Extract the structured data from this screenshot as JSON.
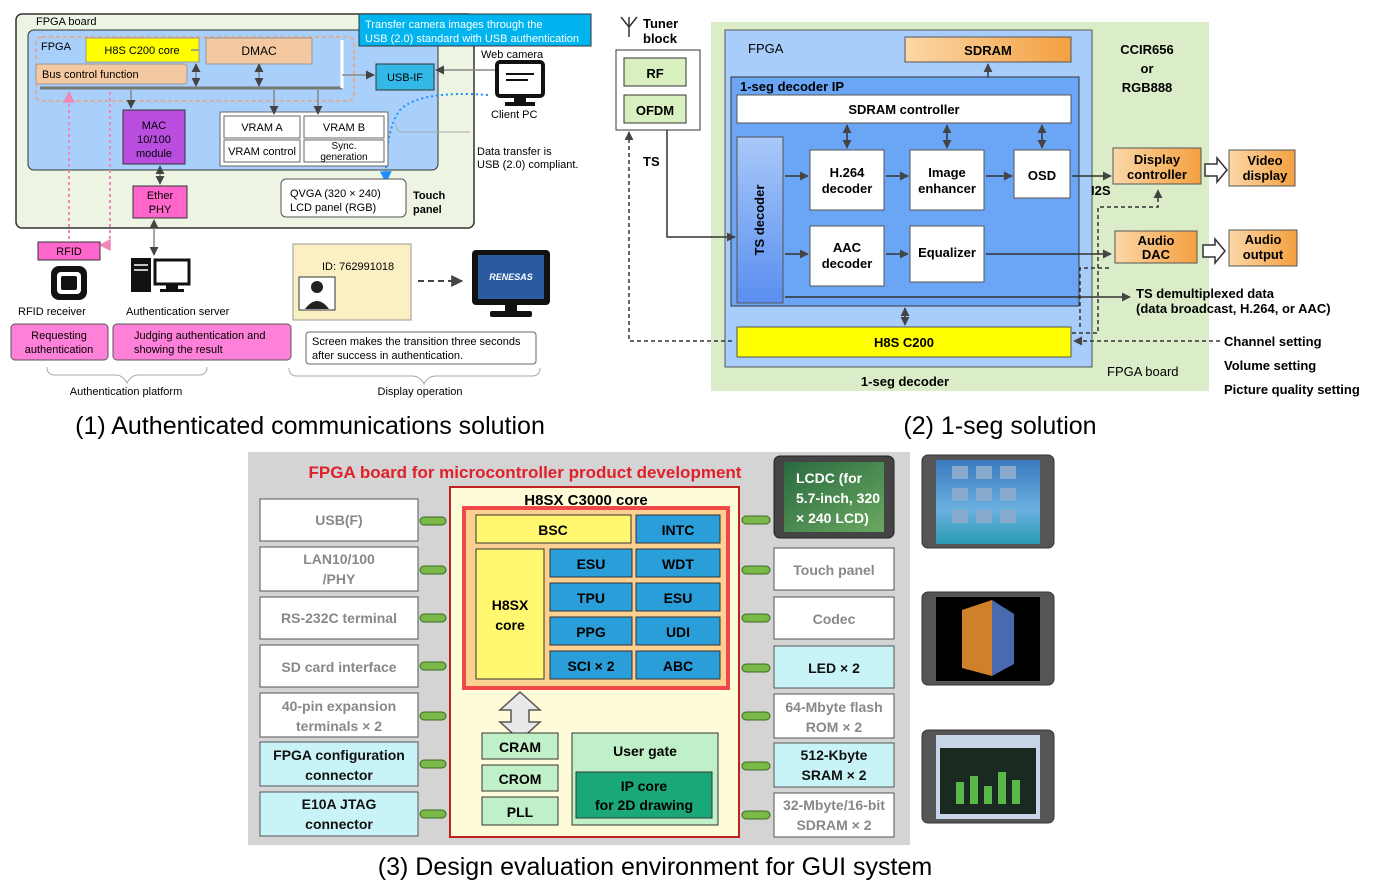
{
  "d1": {
    "caption": "(1) Authenticated communications solution",
    "fpga_board": "FPGA board",
    "fpga": "FPGA",
    "h8s": "H8S C200 core",
    "dmac": "DMAC",
    "bus_control": "Bus control function",
    "usb_if": "USB-IF",
    "callout_l1": "Transfer camera images through the",
    "callout_l2": "USB (2.0) standard with USB authentication",
    "web_camera": "Web camera",
    "client_pc": "Client PC",
    "transfer_l1": "Data transfer is",
    "transfer_l2": "USB (2.0) compliant.",
    "mac_l1": "MAC",
    "mac_l2": "10/100",
    "mac_l3": "module",
    "vram_a": "VRAM A",
    "vram_b": "VRAM B",
    "vram_control": "VRAM control",
    "sync_l1": "Sync.",
    "sync_l2": "generation",
    "ether_l1": "Ether",
    "ether_l2": "PHY",
    "qvga_l1": "QVGA (320 × 240)",
    "qvga_l2": "LCD panel (RGB)",
    "touch_l1": "Touch",
    "touch_l2": "panel",
    "rfid": "RFID",
    "rfid_receiver": "RFID receiver",
    "auth_server": "Authentication server",
    "id": "ID: 762991018",
    "renesas": "RENESAS",
    "req_l1": "Requesting",
    "req_l2": "authentication",
    "judge_l1": "Judging authentication and",
    "judge_l2": "showing the result",
    "screen_l1": "Screen makes the transition three seconds",
    "screen_l2": "after success in authentication.",
    "auth_platform": "Authentication platform",
    "display_op": "Display operation"
  },
  "d2": {
    "caption": "(2) 1-seg solution",
    "tuner_l1": "Tuner",
    "tuner_l2": "block",
    "rf": "RF",
    "ofdm": "OFDM",
    "ts": "TS",
    "fpga": "FPGA",
    "sdram": "SDRAM",
    "ccir_l1": "CCIR656",
    "ccir_l2": "or",
    "ccir_l3": "RGB888",
    "decoder_ip": "1-seg decoder IP",
    "sdram_controller": "SDRAM controller",
    "ts_decoder": "TS decoder",
    "h264_l1": "H.264",
    "h264_l2": "decoder",
    "image_l1": "Image",
    "image_l2": "enhancer",
    "osd": "OSD",
    "aac_l1": "AAC",
    "aac_l2": "decoder",
    "equalizer": "Equalizer",
    "display_l1": "Display",
    "display_l2": "controller",
    "i2s": "I2S",
    "video_l1": "Video",
    "video_l2": "display",
    "audio_dac_l1": "Audio",
    "audio_dac_l2": "DAC",
    "audio_out_l1": "Audio",
    "audio_out_l2": "output",
    "ts_demux_l1": "TS demultiplexed data",
    "ts_demux_l2": "(data broadcast, H.264, or AAC)",
    "h8s": "H8S C200",
    "channel_setting": "Channel setting",
    "volume_setting": "Volume setting",
    "picture_setting": "Picture quality setting",
    "oneseg_decoder": "1-seg decoder",
    "fpga_board": "FPGA board"
  },
  "d3": {
    "caption": "(3) Design evaluation environment for GUI system",
    "title": "FPGA board for microcontroller product development",
    "core_title": "H8SX C3000 core",
    "bsc": "BSC",
    "intc": "INTC",
    "h8sx_l1": "H8SX",
    "h8sx_l2": "core",
    "esu1": "ESU",
    "wdt": "WDT",
    "tpu": "TPU",
    "esu2": "ESU",
    "ppg": "PPG",
    "udi": "UDI",
    "sci": "SCI × 2",
    "abc": "ABC",
    "cram": "CRAM",
    "crom": "CROM",
    "pll": "PLL",
    "user_gate": "User gate",
    "ipcore_l1": "IP core",
    "ipcore_l2": "for 2D drawing",
    "left": [
      {
        "l1": "USB(F)",
        "l2": ""
      },
      {
        "l1": "LAN10/100",
        "l2": "/PHY"
      },
      {
        "l1": "RS-232C terminal",
        "l2": ""
      },
      {
        "l1": "SD card interface",
        "l2": ""
      },
      {
        "l1": "40-pin expansion",
        "l2": "terminals × 2"
      },
      {
        "l1": "FPGA configuration",
        "l2": "connector"
      },
      {
        "l1": "E10A JTAG",
        "l2": "connector"
      }
    ],
    "lcdc_l1": "LCDC (for",
    "lcdc_l2": "5.7-inch, 320",
    "lcdc_l3": "× 240 LCD)",
    "right": [
      {
        "l1": "Touch panel",
        "l2": ""
      },
      {
        "l1": "Codec",
        "l2": ""
      },
      {
        "l1": "LED × 2",
        "l2": ""
      },
      {
        "l1": "64-Mbyte flash",
        "l2": "ROM × 2"
      },
      {
        "l1": "512-Kbyte",
        "l2": "SRAM × 2"
      },
      {
        "l1": "32-Mbyte/16-bit",
        "l2": "SDRAM × 2"
      }
    ]
  }
}
